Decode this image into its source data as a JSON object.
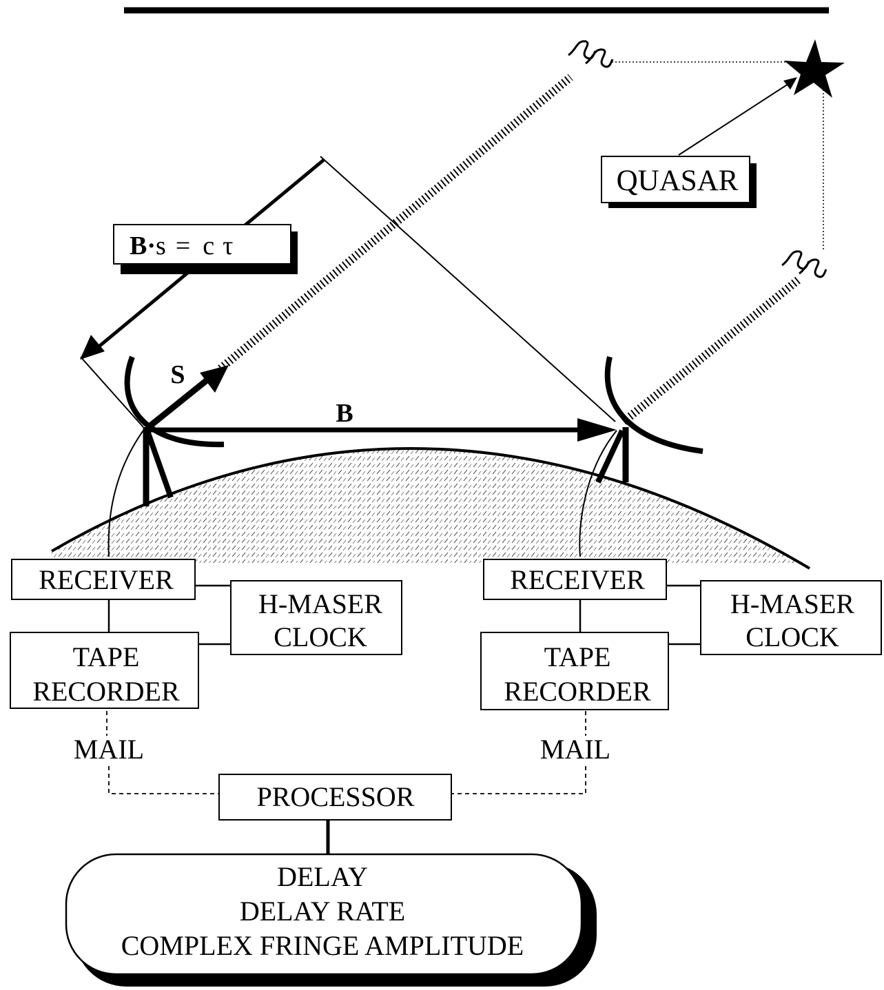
{
  "labels": {
    "quasar": "QUASAR",
    "equation_b": "B",
    "equation_dot": "·",
    "equation_s": "s",
    "equation_eq": "=",
    "equation_c": "c",
    "equation_tau": "τ",
    "source_vector": "S",
    "baseline_vector": "B"
  },
  "station_left": {
    "receiver": "RECEIVER",
    "clock_line1": "H-MASER",
    "clock_line2": "CLOCK",
    "recorder_line1": "TAPE",
    "recorder_line2": "RECORDER",
    "mail": "MAIL"
  },
  "station_right": {
    "receiver": "RECEIVER",
    "clock_line1": "H-MASER",
    "clock_line2": "CLOCK",
    "recorder_line1": "TAPE",
    "recorder_line2": "RECORDER",
    "mail": "MAIL"
  },
  "processor": "PROCESSOR",
  "outputs": {
    "line1": "DELAY",
    "line2": "DELAY RATE",
    "line3": "COMPLEX FRINGE AMPLITUDE"
  }
}
